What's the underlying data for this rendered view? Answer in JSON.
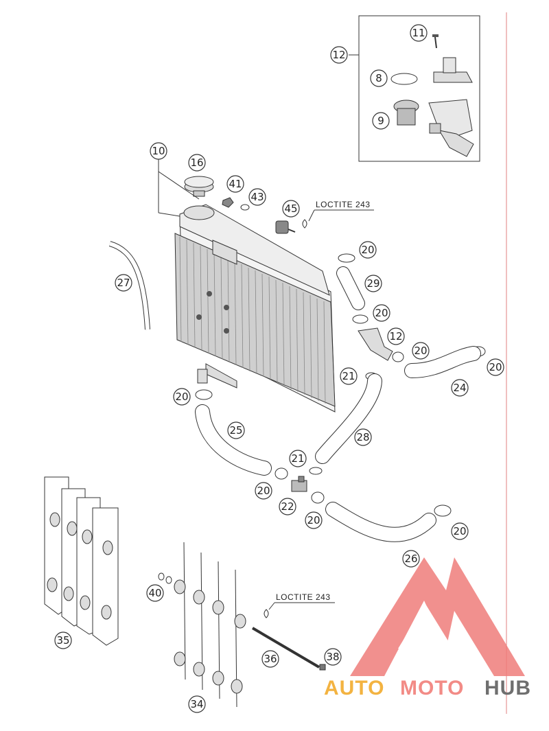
{
  "callouts": [
    {
      "id": "c11",
      "label": "11"
    },
    {
      "id": "c12a",
      "label": "12"
    },
    {
      "id": "c8",
      "label": "8"
    },
    {
      "id": "c9",
      "label": "9"
    },
    {
      "id": "c10",
      "label": "10"
    },
    {
      "id": "c16",
      "label": "16"
    },
    {
      "id": "c41",
      "label": "41"
    },
    {
      "id": "c43",
      "label": "43"
    },
    {
      "id": "c45",
      "label": "45"
    },
    {
      "id": "c27",
      "label": "27"
    },
    {
      "id": "c20a",
      "label": "20"
    },
    {
      "id": "c29",
      "label": "29"
    },
    {
      "id": "c20b",
      "label": "20"
    },
    {
      "id": "c12b",
      "label": "12"
    },
    {
      "id": "c20c",
      "label": "20"
    },
    {
      "id": "c20d",
      "label": "20"
    },
    {
      "id": "c21a",
      "label": "21"
    },
    {
      "id": "c24",
      "label": "24"
    },
    {
      "id": "c20e",
      "label": "20"
    },
    {
      "id": "c25",
      "label": "25"
    },
    {
      "id": "c28",
      "label": "28"
    },
    {
      "id": "c21b",
      "label": "21"
    },
    {
      "id": "c20f",
      "label": "20"
    },
    {
      "id": "c22",
      "label": "22"
    },
    {
      "id": "c20g",
      "label": "20"
    },
    {
      "id": "c20h",
      "label": "20"
    },
    {
      "id": "c26",
      "label": "26"
    },
    {
      "id": "c40",
      "label": "40"
    },
    {
      "id": "c35",
      "label": "35"
    },
    {
      "id": "c36",
      "label": "36"
    },
    {
      "id": "c38",
      "label": "38"
    },
    {
      "id": "c34",
      "label": "34"
    }
  ],
  "notes": {
    "loctite_top": "LOCTITE 243",
    "loctite_bottom": "LOCTITE 243"
  },
  "watermark": {
    "auto": "AUTO",
    "moto": "MOTO",
    "hub": "HUB",
    "colors": {
      "auto": "#f3b341",
      "moto": "#f28b86",
      "hub": "#6f6f6f",
      "logo": "#ee7d7a"
    }
  }
}
